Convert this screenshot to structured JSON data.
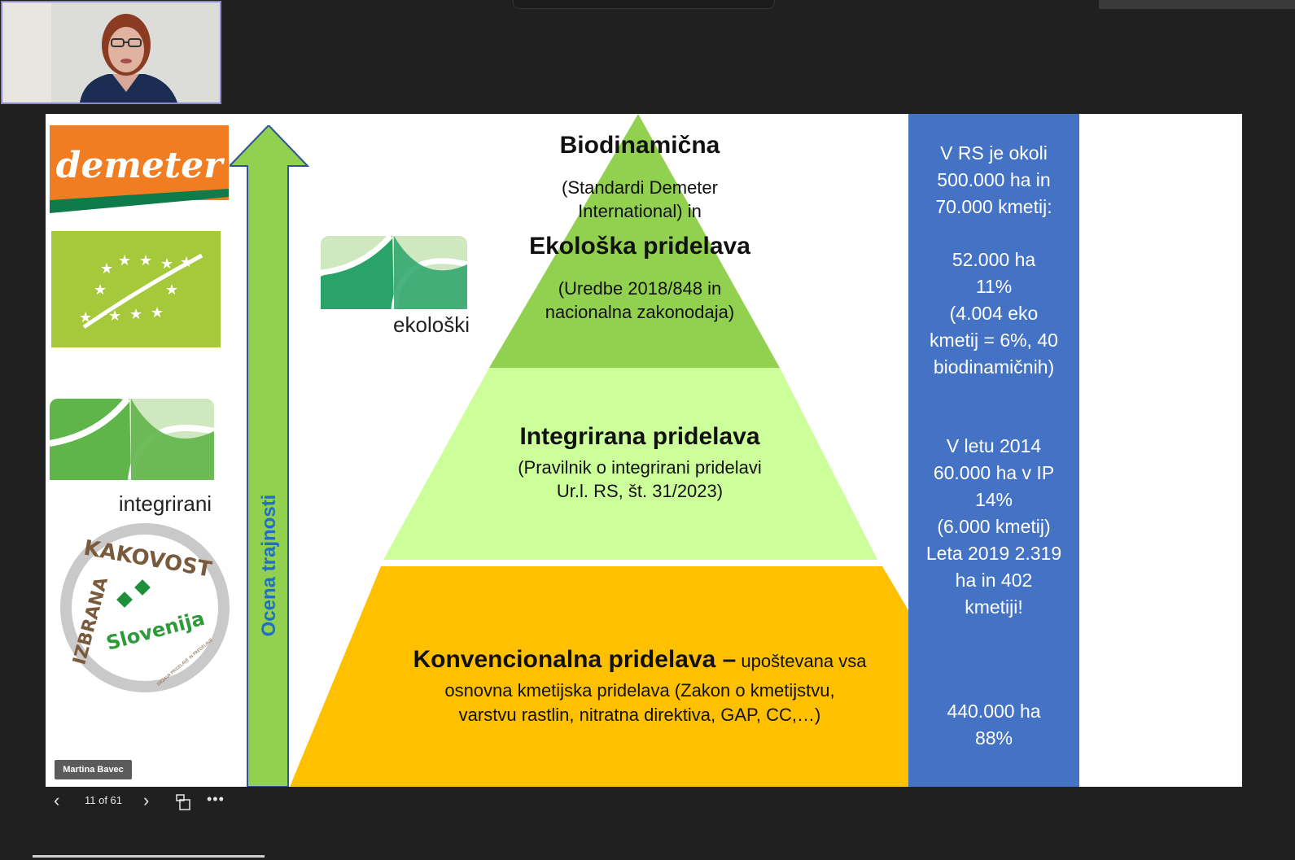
{
  "participant": {
    "name_tag": "Martina Bavec"
  },
  "slide": {
    "logos": {
      "demeter": "demeter",
      "integrirani": "integrirani",
      "ekoloski": "ekološki",
      "izbrana_top": "KAKOVOST",
      "izbrana_left": "IZBRANA",
      "izbrana_center": "Slovenija",
      "izbrana_small": "DRŽAVA PRIDELAVE IN PREDELAVE"
    },
    "arrow_label": "Ocena trajnosti",
    "pyramid": {
      "top": {
        "title1": "Biodinamična",
        "sub1_line1": "(Standardi Demeter",
        "sub1_line2": "International) in",
        "title2": "Ekološka pridelava",
        "sub2_line1": "(Uredbe 2018/848 in",
        "sub2_line2": "nacionalna zakonodaja)"
      },
      "middle": {
        "title": "Integrirana pridelava",
        "sub_line1": "(Pravilnik o integrirani pridelavi",
        "sub_line2": "Ur.l. RS, št. 31/2023)"
      },
      "bottom": {
        "title": "Konvencionalna pridelava –",
        "title_rest": " upoštevana vsa",
        "line2": "osnovna kmetijska pridelava (Zakon o kmetijstvu,",
        "line3": "varstvu rastlin, nitratna direktiva, GAP, CC,…)"
      }
    },
    "stats": {
      "intro": [
        "V RS je okoli",
        "500.000 ha in",
        "70.000 kmetij:"
      ],
      "eco": [
        "52.000 ha",
        "11%",
        "(4.004 eko",
        "kmetij = 6%, 40",
        "biodinamičnih)"
      ],
      "ip": [
        "V letu 2014",
        "60.000 ha v IP",
        "14%",
        "(6.000 kmetij)",
        "Leta 2019 2.319",
        "ha in 402",
        "kmetiji!"
      ],
      "conv": [
        "440.000 ha",
        "88%"
      ]
    },
    "colors": {
      "top_tier": "#92d050",
      "middle_tier": "#ccff99",
      "bottom_tier": "#ffc000",
      "stats_panel": "#4472c4",
      "arrow": "#92d050",
      "arrow_label": "#1f6fc4"
    }
  },
  "controls": {
    "prev_icon": "chevron-left-icon",
    "page_indicator": "11 of 61",
    "next_icon": "chevron-right-icon",
    "grid_icon": "slides-grid-icon",
    "more_icon": "more-options-icon"
  }
}
